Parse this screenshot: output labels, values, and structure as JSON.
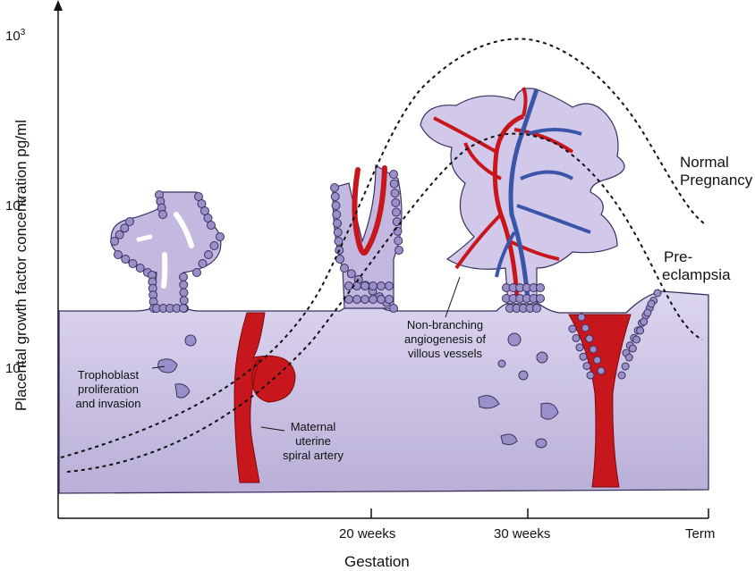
{
  "axes": {
    "y_title": "Placental growth factor concentration pg/ml",
    "y_ticks": [
      {
        "base": "10",
        "exp": "3"
      },
      {
        "base": "10",
        "exp": "2"
      },
      {
        "base": "10",
        "exp": "1"
      }
    ],
    "x_title": "Gestation",
    "x_ticks": [
      "20 weeks",
      "30 weeks",
      "Term"
    ]
  },
  "curves": [
    {
      "label_line1": "Normal",
      "label_line2": "Pregnancy"
    },
    {
      "label_line1": "Pre-",
      "label_line2": "eclampsia"
    }
  ],
  "annotations": {
    "trophoblast": [
      "Trophoblast",
      "proliferation",
      "and invasion"
    ],
    "spiral_artery": [
      "Maternal",
      "uterine",
      "spiral artery"
    ],
    "angiogenesis": [
      "Non-branching",
      "angiogenesis of",
      "villous vessels"
    ]
  },
  "colors": {
    "tissue": "#c9c0e0",
    "tissue_edge": "#3a3060",
    "cell": "#9a8fc8",
    "artery": "#c8161d",
    "vein": "#3a56a8"
  }
}
